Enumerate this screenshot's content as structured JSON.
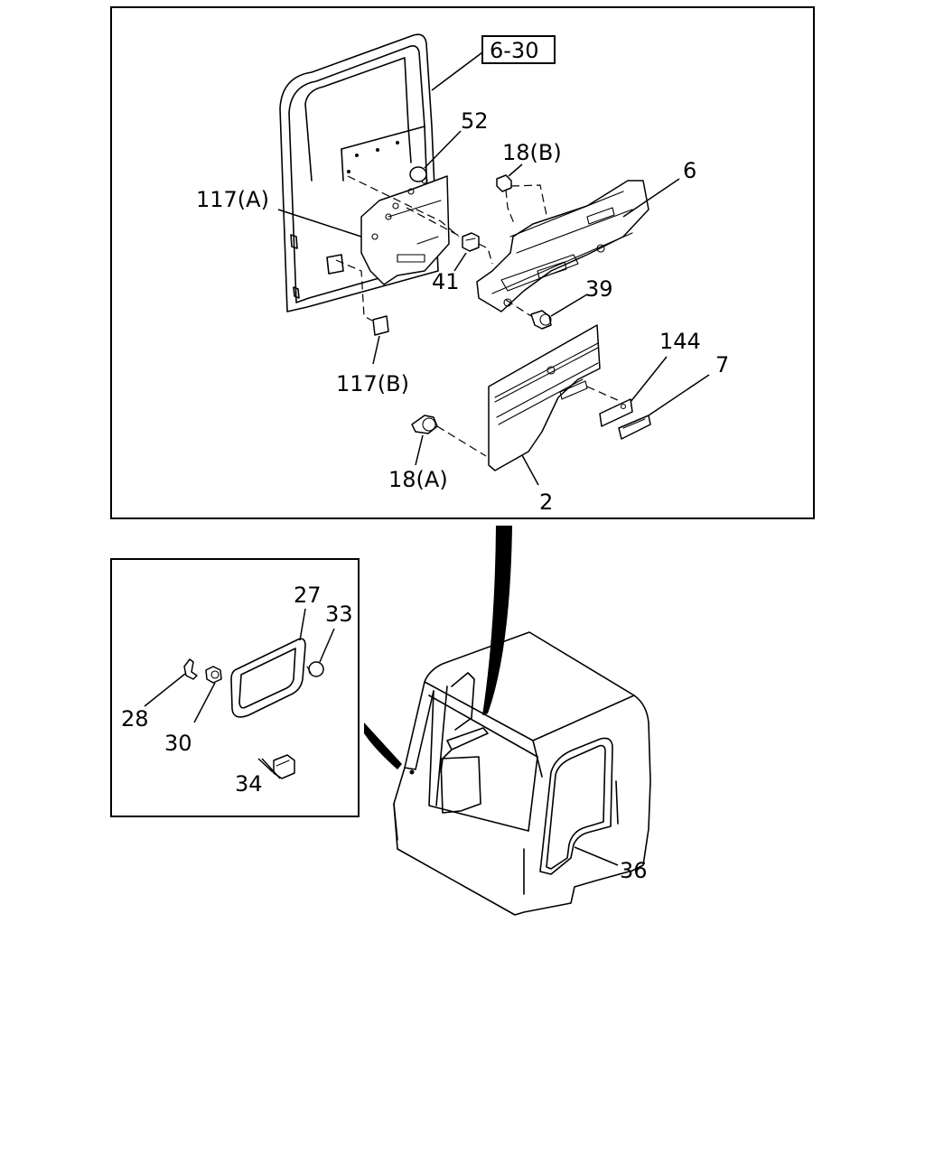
{
  "reference_box": "6-30",
  "labels": {
    "l52": "52",
    "l18b": "18(B)",
    "l6": "6",
    "l117a": "117(A)",
    "l41": "41",
    "l39": "39",
    "l144": "144",
    "l7": "7",
    "l117b": "117(B)",
    "l18a": "18(A)",
    "l2": "2",
    "l27": "27",
    "l33": "33",
    "l28": "28",
    "l30": "30",
    "l34": "34",
    "l36": "36"
  }
}
